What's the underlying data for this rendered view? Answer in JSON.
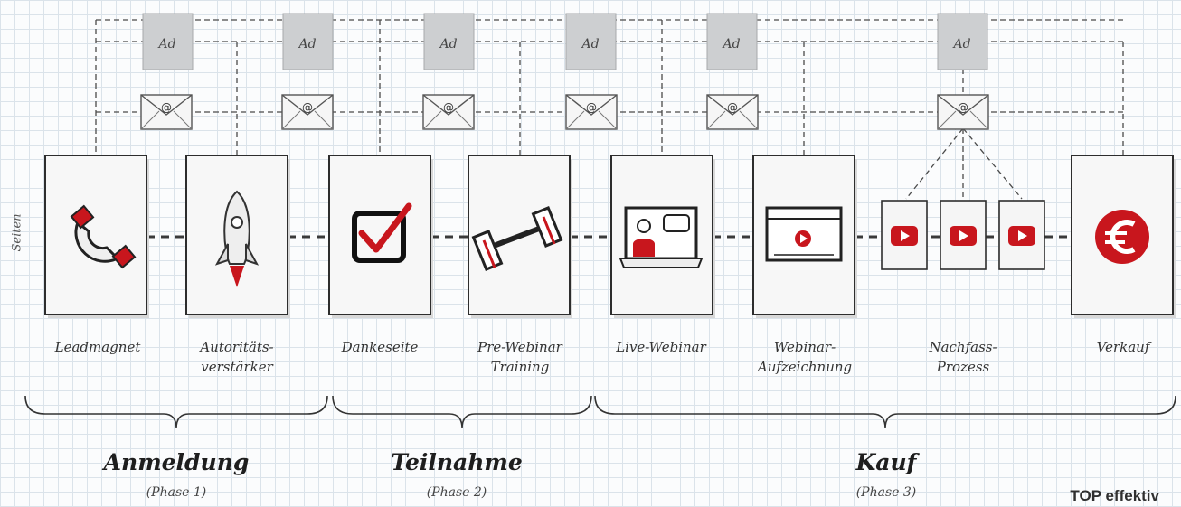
{
  "side_label": "Seiten",
  "ad_label": "Ad",
  "mail_symbol": "@",
  "accent_color": "#c8161d",
  "pages": [
    {
      "label_lines": [
        "Leadmagnet"
      ],
      "icon": "magnet-icon"
    },
    {
      "label_lines": [
        "Autoritäts-",
        "verstärker"
      ],
      "icon": "rocket-icon"
    },
    {
      "label_lines": [
        "Dankeseite"
      ],
      "icon": "checkbox-icon"
    },
    {
      "label_lines": [
        "Pre-Webinar",
        "Training"
      ],
      "icon": "dumbbell-icon"
    },
    {
      "label_lines": [
        "Live-Webinar"
      ],
      "icon": "laptop-presenter-icon"
    },
    {
      "label_lines": [
        "Webinar-",
        "Aufzeichnung"
      ],
      "icon": "video-player-icon"
    },
    {
      "label_lines": [
        "Nachfass-",
        "Prozess"
      ],
      "icon": "video-icons"
    },
    {
      "label_lines": [
        "Verkauf"
      ],
      "icon": "euro-icon"
    }
  ],
  "phases": [
    {
      "title": "Anmeldung",
      "subtitle": "(Phase 1)"
    },
    {
      "title": "Teilnahme",
      "subtitle": "(Phase 2)"
    },
    {
      "title": "Kauf",
      "subtitle": "(Phase 3)"
    }
  ],
  "brand": "TOP effektiv"
}
